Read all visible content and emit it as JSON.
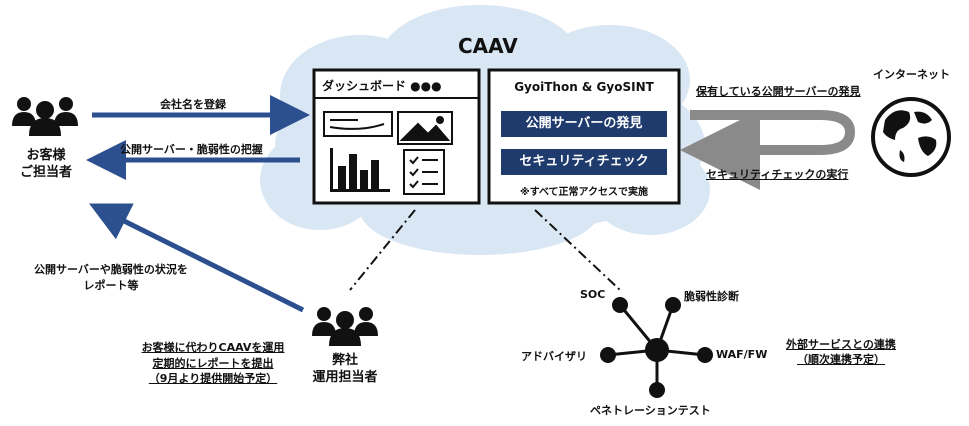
{
  "title": "CAAV",
  "dashboard": {
    "label": "ダッシュボード ●●●"
  },
  "engine": {
    "label": "GyoiThon & GyoSINT",
    "btn_discover": "公開サーバーの発見",
    "btn_check": "セキュリティチェック",
    "note": "※すべて正常アクセスで実施"
  },
  "customer": {
    "line1": "お客様",
    "line2": "ご担当者"
  },
  "operator": {
    "line1": "弊社",
    "line2": "運用担当者"
  },
  "internet": {
    "label": "インターネット"
  },
  "arrows": {
    "register": "会社名を登録",
    "grasp": "公開サーバー・脆弱性の把握",
    "report_line1": "公開サーバーや脆弱性の状況を",
    "report_line2": "レポート等",
    "discover": "保有している公開サーバーの発見",
    "execute": "セキュリティチェックの実行"
  },
  "operator_note": {
    "line1": "お客様に代わりCAAVを運用",
    "line2": "定期的にレポートを提出",
    "line3": "（9月より提供開始予定）"
  },
  "hub": {
    "nodes": [
      "SOC",
      "脆弱性診断",
      "アドバイザリ",
      "WAF/FW",
      "ペネトレーションテスト"
    ]
  },
  "external": {
    "line1": "外部サービスとの連携",
    "line2": "（順次連携予定）"
  }
}
